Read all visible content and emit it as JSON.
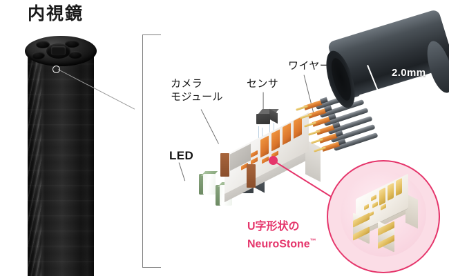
{
  "figure": {
    "title": "内視鏡",
    "title_meaning": "endoscope"
  },
  "labels": {
    "camera_module": "カメラ\nモジュール",
    "sensor": "センサ",
    "wire": "ワイヤー",
    "led": "LED",
    "dimension": "2.0mm"
  },
  "caption": {
    "line1": "U字形状の",
    "line2": "NeuroStone",
    "trademark": "™"
  },
  "colors": {
    "accent_pink": "#e5356b",
    "inset_fill": "#fbdde6",
    "pad_orange": "#e08133",
    "led_green": "#89a57f",
    "lens_blue": "#1d7fc4",
    "tube_dark": "#2e3338",
    "text_dark": "#141414",
    "bracket_gray": "#7a7a7a"
  },
  "icons": {
    "tip_callout": "tip-callout-dot",
    "inset_callout": "inset-callout-dot",
    "bracket": "group-bracket"
  }
}
